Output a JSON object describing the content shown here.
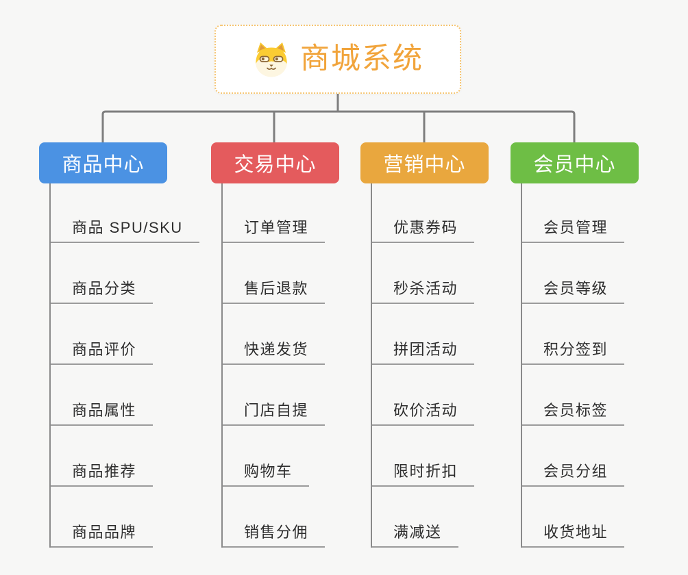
{
  "root": {
    "label": "商城系统",
    "label_color": "#F1A43B",
    "border_color": "#F6C572",
    "icon": "shiba-dog-icon"
  },
  "connectors": {
    "color": "#7E7E7E"
  },
  "branches": [
    {
      "label": "商品中心",
      "color": "#4B92E3",
      "children": [
        "商品 SPU/SKU",
        "商品分类",
        "商品评价",
        "商品属性",
        "商品推荐",
        "商品品牌"
      ]
    },
    {
      "label": "交易中心",
      "color": "#E45B5D",
      "children": [
        "订单管理",
        "售后退款",
        "快递发货",
        "门店自提",
        "购物车",
        "销售分佣"
      ]
    },
    {
      "label": "营销中心",
      "color": "#E9A73E",
      "children": [
        "优惠券码",
        "秒杀活动",
        "拼团活动",
        "砍价活动",
        "限时折扣",
        "满减送"
      ]
    },
    {
      "label": "会员中心",
      "color": "#6EBE45",
      "children": [
        "会员管理",
        "会员等级",
        "积分签到",
        "会员标签",
        "会员分组",
        "收货地址"
      ]
    }
  ]
}
